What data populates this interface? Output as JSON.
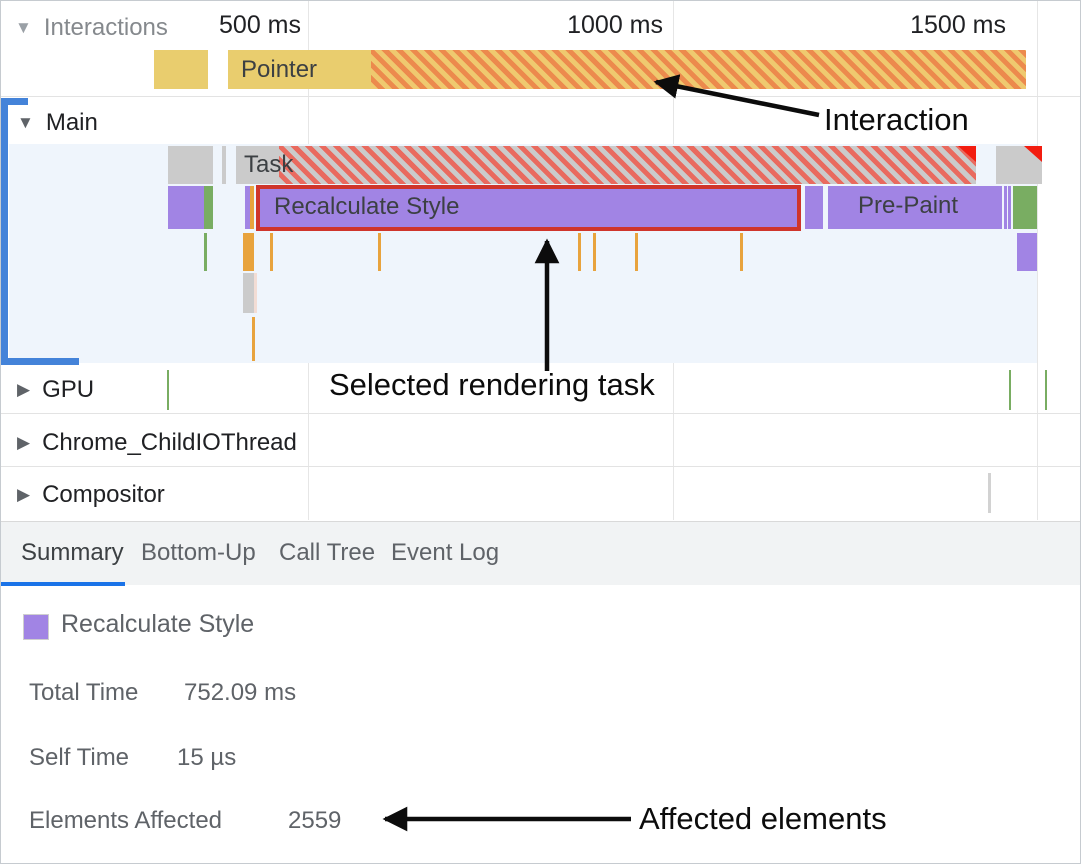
{
  "timeline": {
    "time_labels": [
      "500 ms",
      "1000 ms",
      "1500 ms"
    ],
    "icons": {
      "expanded": "▼",
      "collapsed": "▶"
    },
    "tracks": {
      "interactions": {
        "label": "Interactions",
        "pointer_label": "Pointer"
      },
      "main": {
        "label": "Main",
        "task_label": "Task",
        "selected_event_label": "Recalculate Style",
        "prepaint_label": "Pre-Paint"
      },
      "gpu": {
        "label": "GPU"
      },
      "child_io": {
        "label": "Chrome_ChildIOThread"
      },
      "compositor": {
        "label": "Compositor"
      }
    }
  },
  "tabs": [
    {
      "label": "Summary",
      "active": true
    },
    {
      "label": "Bottom-Up",
      "active": false
    },
    {
      "label": "Call Tree",
      "active": false
    },
    {
      "label": "Event Log",
      "active": false
    }
  ],
  "summary": {
    "event_name": "Recalculate Style",
    "rows": [
      {
        "label": "Total Time",
        "value": "752.09 ms"
      },
      {
        "label": "Self Time",
        "value": "15 µs"
      },
      {
        "label": "Elements Affected",
        "value": "2559"
      }
    ]
  },
  "annotations": {
    "interaction": "Interaction",
    "selected_task": "Selected rendering task",
    "affected_elements": "Affected elements"
  },
  "colors": {
    "event_purple": "#a184e4",
    "event_green": "#79ad62",
    "event_yellow": "#e9cd6e",
    "event_orange": "#e8a33d",
    "task_gray": "#cbcbcb",
    "selection_red": "#cf352b",
    "candy_stripe_red": "#e96a5f",
    "interaction_stripe_orange": "#ec8a4d",
    "active_tab_blue": "#1a73e8",
    "flamechart_bracket_blue": "#4483d9",
    "main_track_bg": "#eff5fc"
  }
}
